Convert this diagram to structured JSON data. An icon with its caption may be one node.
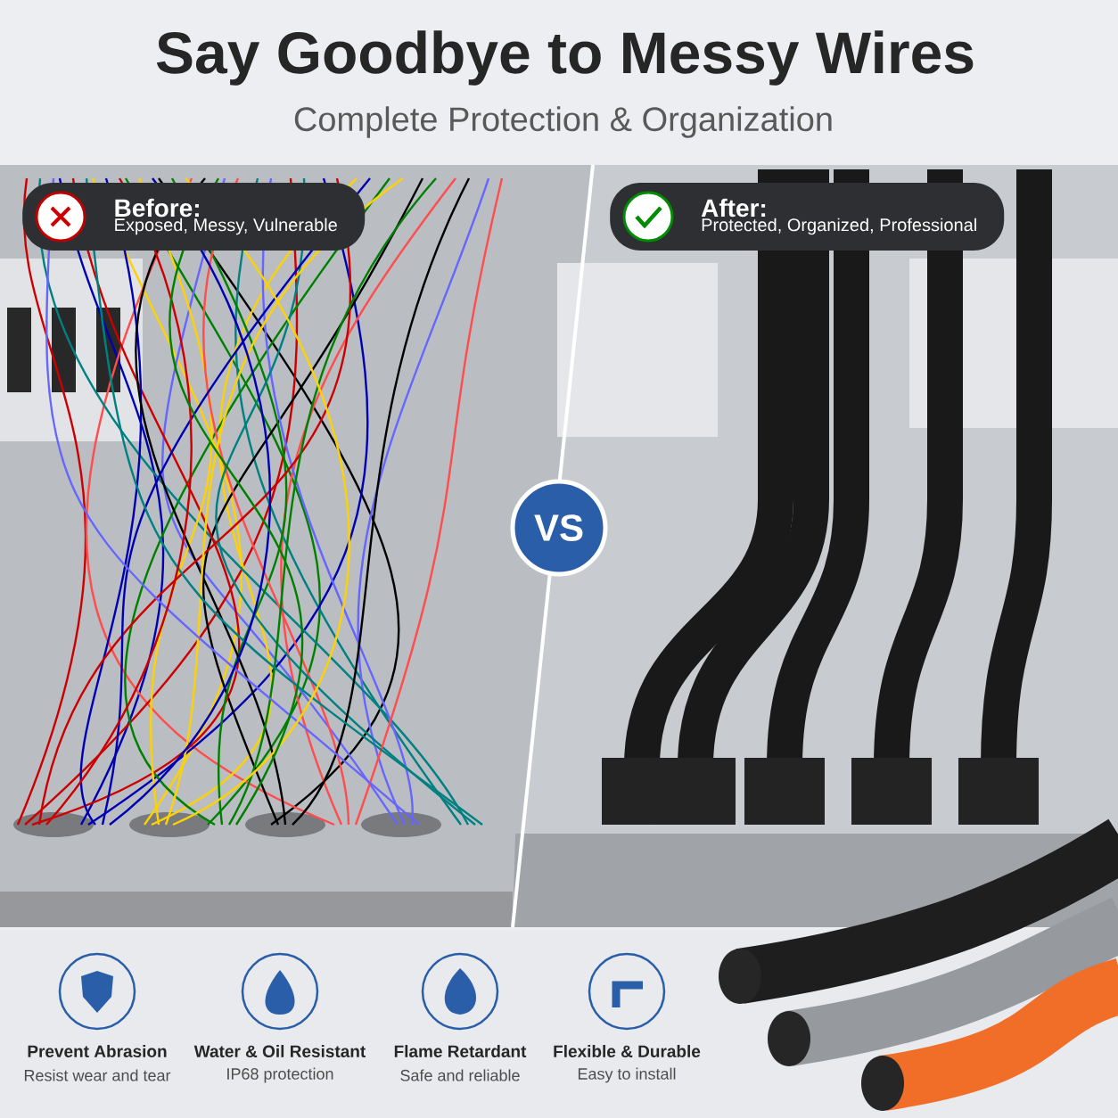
{
  "diagram": {
    "title": "Say Goodbye to Messy Wires",
    "nodes": [
      {
        "text": [
          "Before:",
          "Exposed, Messy, Vulnerable"
        ]
      },
      {
        "text": [
          "After:",
          "Protected, Organized, Professional"
        ]
      },
      {
        "text": [
          "VS"
        ]
      }
    ],
    "labels": [
      "Complete Protection & Organization",
      "Prevent Abrasion",
      "Resist wear and tear",
      "Water & Oil Resistant",
      "IP68 protection",
      "Flame Retardant",
      "Safe and reliable",
      "Flexible & Durable",
      "Easy to install"
    ]
  }
}
